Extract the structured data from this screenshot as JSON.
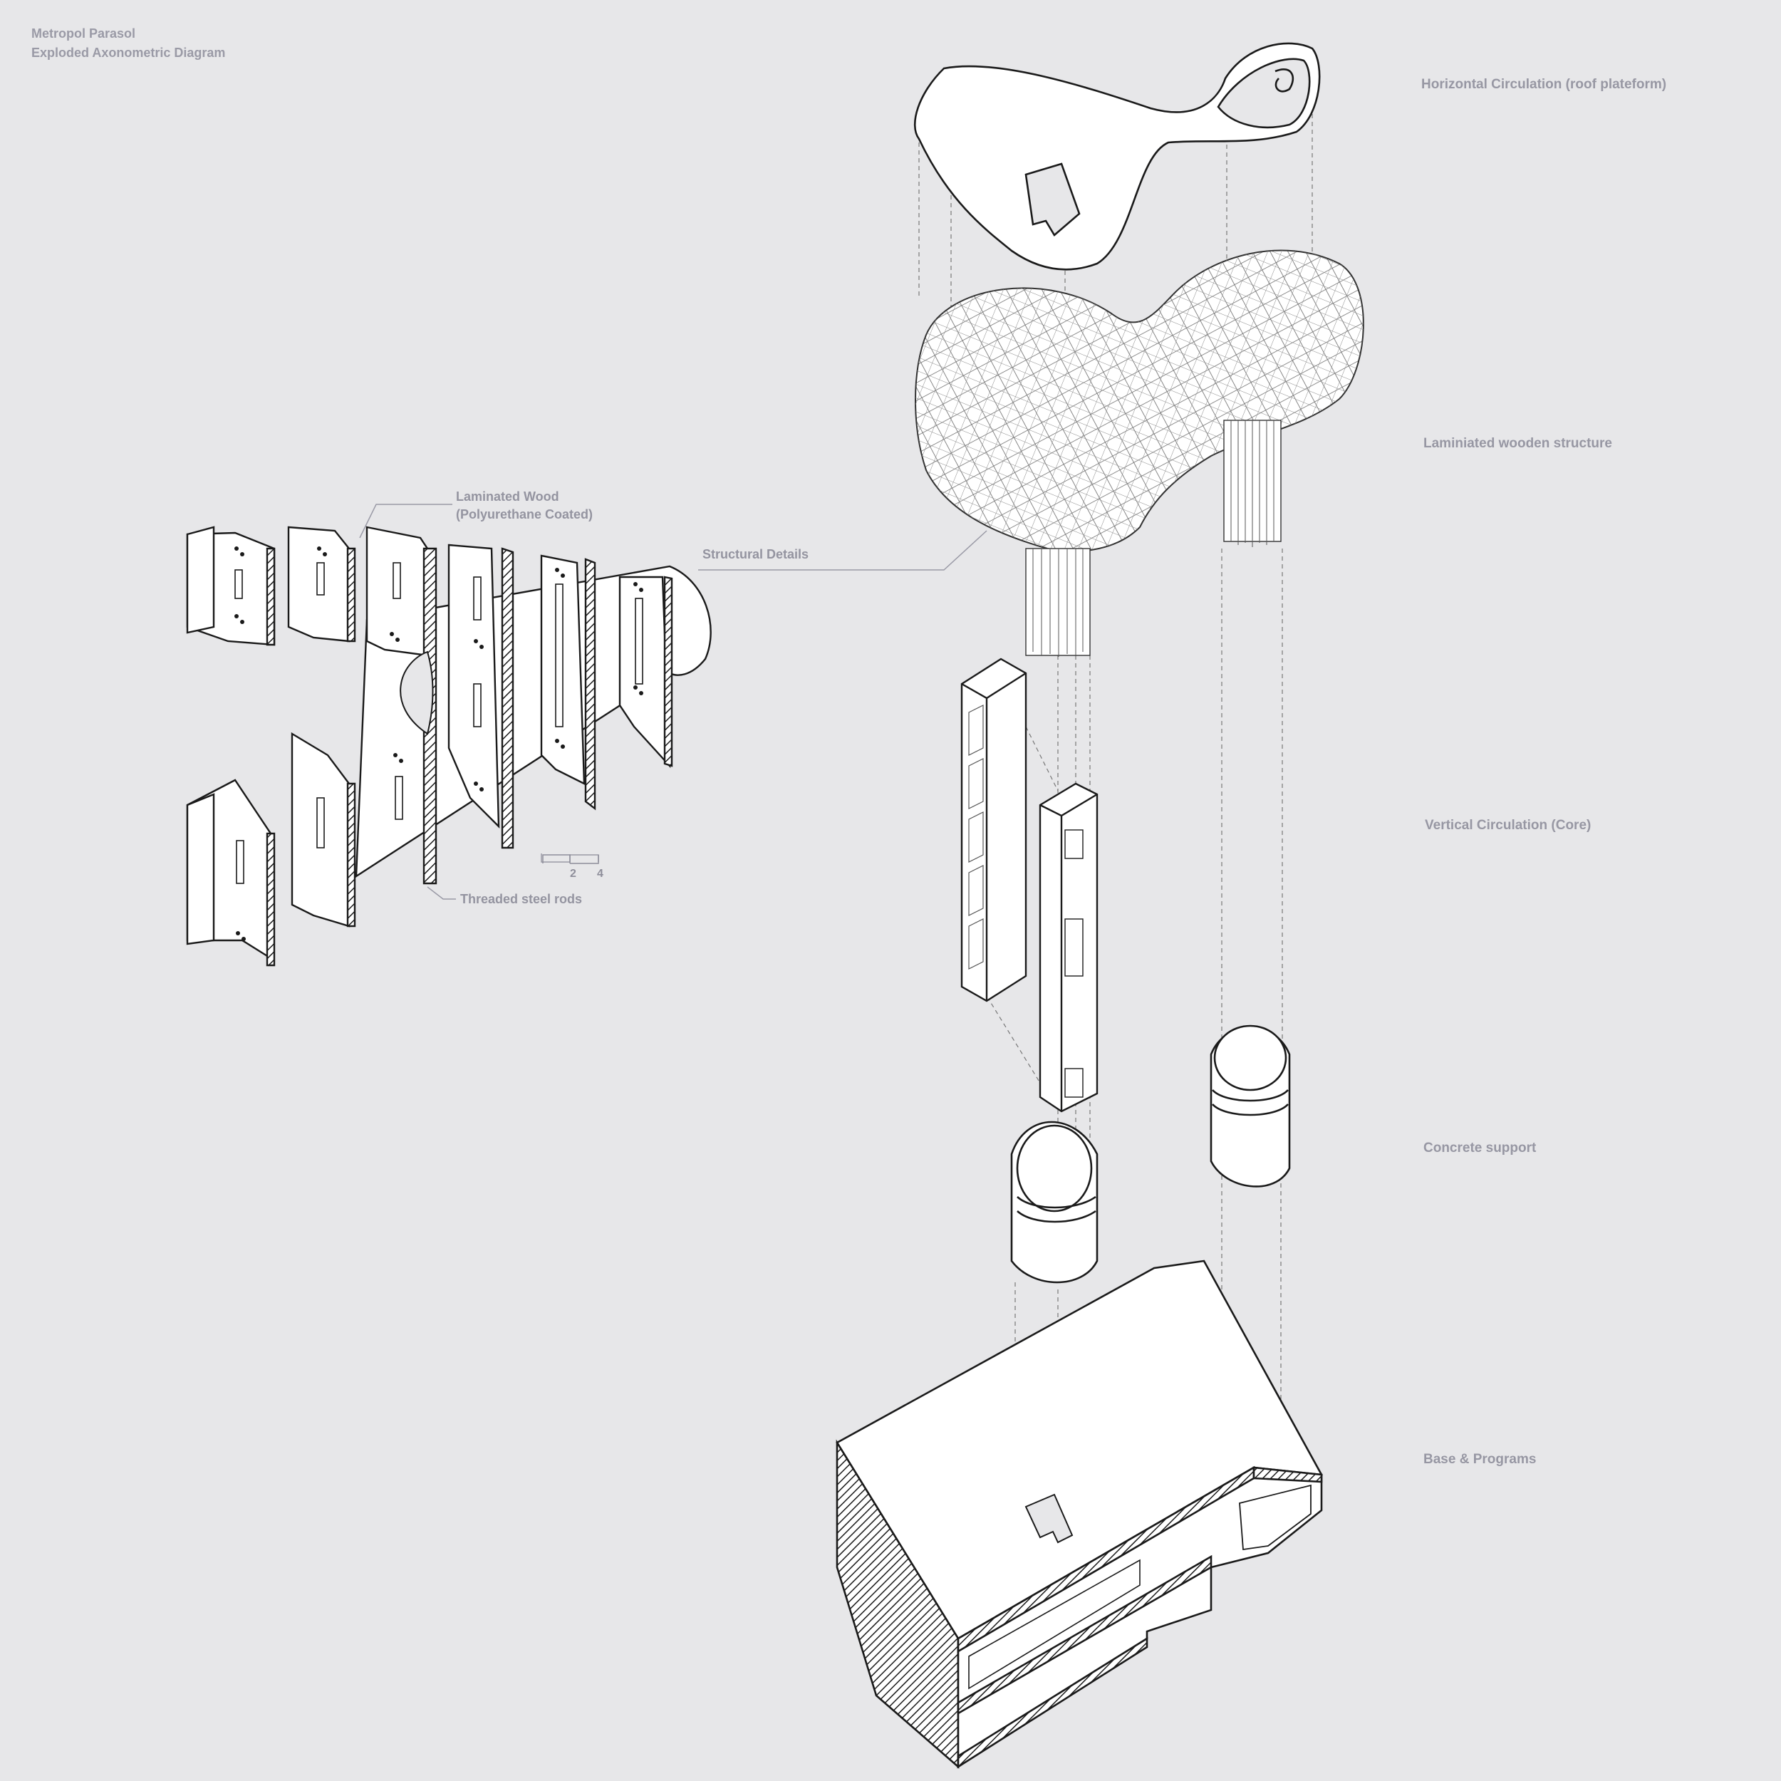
{
  "title": {
    "line1": "Metropol Parasol",
    "line2": "Exploded Axonometric Diagram"
  },
  "layers": [
    {
      "id": "roof",
      "label": "Horizontal Circulation (roof plateform)"
    },
    {
      "id": "wood",
      "label": "Laminiated wooden structure"
    },
    {
      "id": "core",
      "label": "Vertical Circulation (Core)"
    },
    {
      "id": "concrete",
      "label": "Concrete support"
    },
    {
      "id": "base",
      "label": "Base & Programs"
    }
  ],
  "detail": {
    "callout_label": "Structural Details",
    "laminated_wood_line1": "Laminated Wood",
    "laminated_wood_line2": "(Polyurethane Coated)",
    "rods_label": "Threaded steel rods",
    "scale_ticks": [
      "2",
      "4"
    ]
  },
  "colors": {
    "background": "#e7e7e9",
    "line": "#1a1a1a",
    "fill": "#ffffff",
    "label": "#9797a3"
  }
}
